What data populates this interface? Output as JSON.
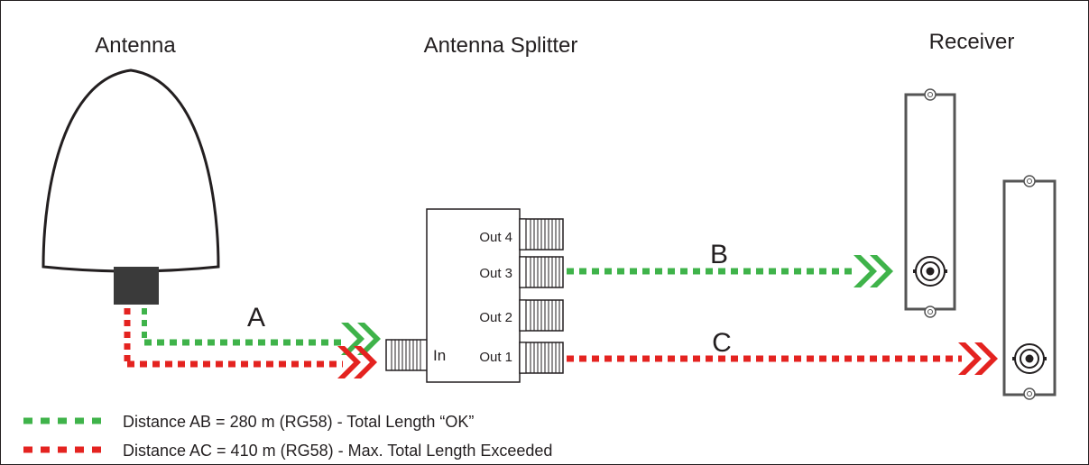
{
  "titles": {
    "antenna": "Antenna",
    "splitter": "Antenna Splitter",
    "receiver": "Receiver"
  },
  "ports": {
    "out4": "Out 4",
    "out3": "Out 3",
    "out2": "Out 2",
    "out1": "Out 1",
    "in": "In"
  },
  "points": {
    "a": "A",
    "b": "B",
    "c": "C"
  },
  "legend": {
    "ok": "Distance AB = 280 m (RG58) - Total Length “OK”",
    "exceeded": "Distance AC = 410 m (RG58) - Max. Total Length Exceeded"
  },
  "colors": {
    "ok": "#3fb34a",
    "exceeded": "#e42320",
    "outline": "#231f20",
    "receiver_body": "#ffffff",
    "antenna_base": "#3a3a3a"
  }
}
